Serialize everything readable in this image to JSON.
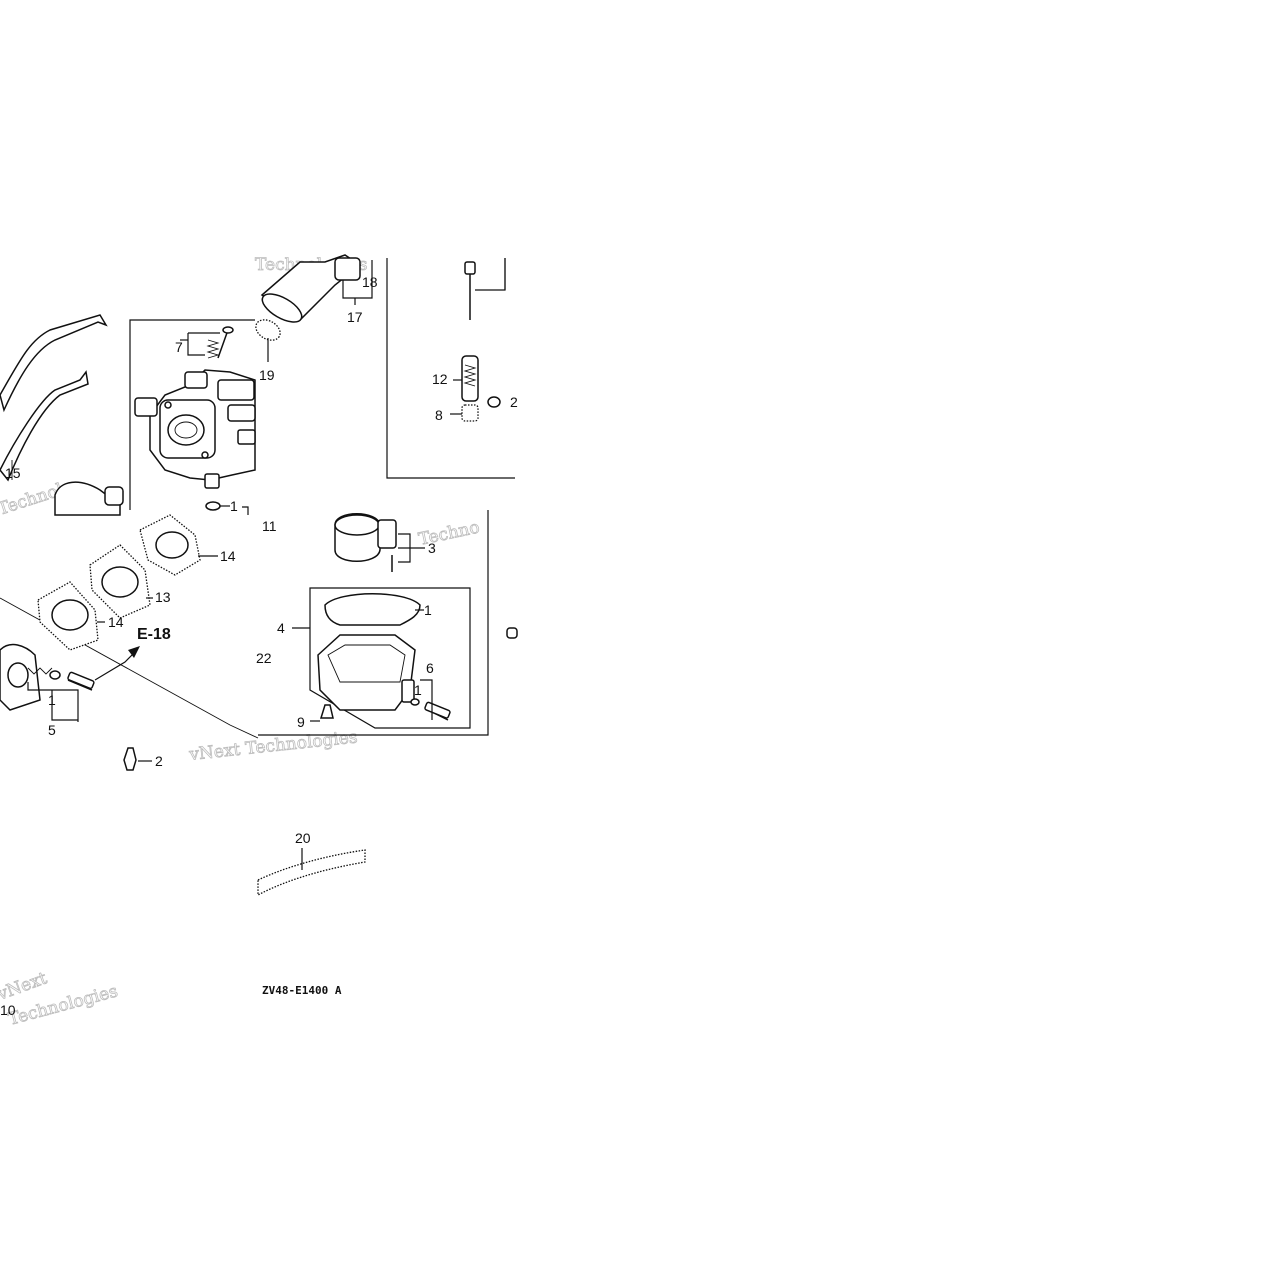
{
  "diagram": {
    "reference_code": "ZV48-E1400 A",
    "section_ref": "E-18",
    "callouts": {
      "c1a": "1",
      "c1b": "1",
      "c1c": "1",
      "c1d": "1",
      "c2": "2",
      "c3": "3",
      "c4": "4",
      "c5": "5",
      "c6": "6",
      "c7": "7",
      "c8": "8",
      "c9": "9",
      "c10": "10",
      "c11": "11",
      "c12": "12",
      "c13": "13",
      "c14a": "14",
      "c14b": "14",
      "c15": "15",
      "c17": "17",
      "c18": "18",
      "c19": "19",
      "c20": "20",
      "c22": "22",
      "c_edge": "2"
    },
    "watermarks": [
      "vNext Technologies",
      "Technologies",
      "Technol",
      "vNext",
      "Technologies",
      "Techno"
    ]
  }
}
